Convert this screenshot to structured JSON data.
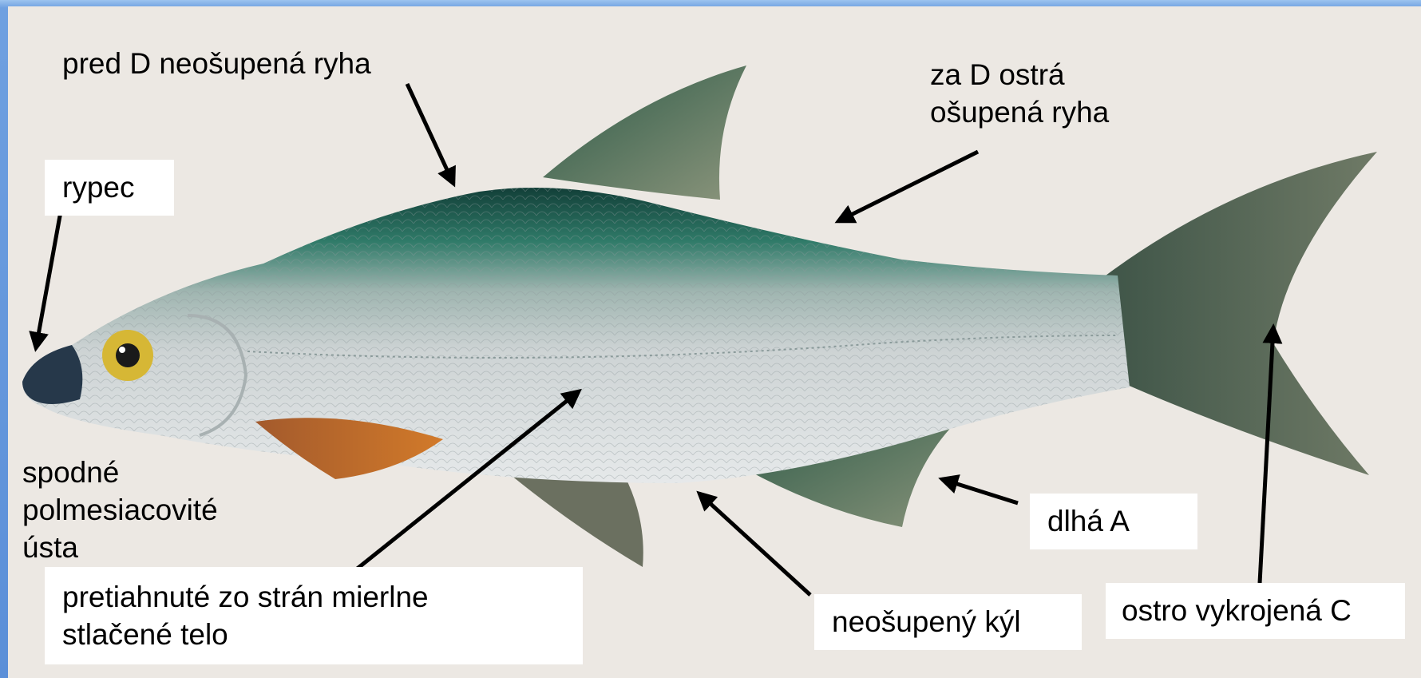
{
  "labels": {
    "pre_dorsal_groove": "pred D neošupená ryha",
    "post_dorsal_groove": "za D ostrá\nošupená ryha",
    "snout": "rypec",
    "mouth": "spodné\npolmesiacovité\nústa",
    "body": "pretiahnuté zo strán mierlne\nstlačené telo",
    "keel": "neošupený kýl",
    "anal_fin": "dlhá A",
    "caudal_fin": "ostro vykrojená C"
  },
  "colors": {
    "frame_blue": "#5b8fd8",
    "panel": "#ece8e3",
    "fish_back": "#1f5a4e",
    "fish_body": "#c9ced0",
    "pectoral_fin": "#c0642a",
    "fins": "#5d6552",
    "eye": "#d6b735",
    "arrow": "#000000"
  }
}
